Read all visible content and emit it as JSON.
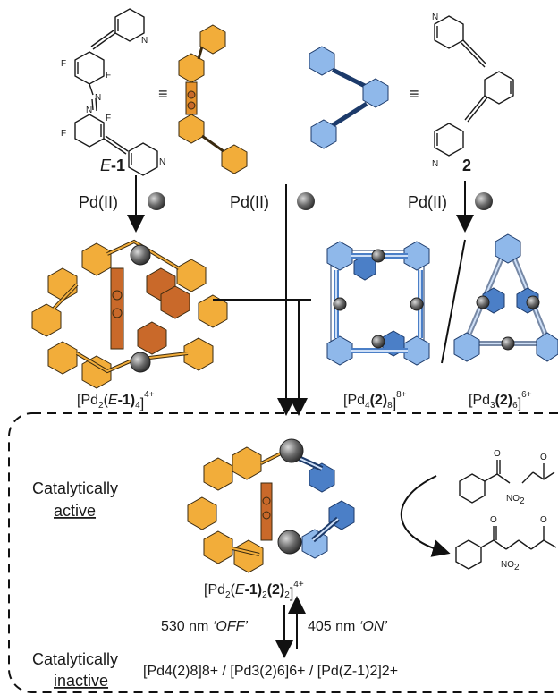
{
  "molecules": {
    "azo_label_italic": "E",
    "azo_label_num": "-1",
    "pyridyl_label": "2",
    "equiv_symbol": "≡",
    "fluorine": "F",
    "nitrogen": "N",
    "nitro": "NO",
    "nitro_sub": "2",
    "oxygen": "O"
  },
  "reagents": {
    "left": "Pd(II)",
    "center": "Pd(II)",
    "right": "Pd(II)"
  },
  "cages": {
    "pd2_main": "[Pd",
    "pd2_sub": "2",
    "pd2_open": "(",
    "pd2_ital": "E",
    "pd2_lig": "-1)",
    "pd2_lsub": "4",
    "pd2_sup": "4+",
    "pd4_main": "[Pd",
    "pd4_sub": "4",
    "pd4_lig": "(2)",
    "pd4_lsub": "8",
    "pd4_sup": "8+",
    "pd3_main": "[Pd",
    "pd3_sub": "3",
    "pd3_lig": "(2)",
    "pd3_lsub": "6",
    "pd3_sup": "6+",
    "hetero_main": "[Pd",
    "hetero_sub": "2",
    "hetero_open": "(",
    "hetero_ital": "E",
    "hetero_lig": "-1)",
    "hetero_lsub": "2",
    "hetero_lig2": "(2)",
    "hetero_lsub2": "2",
    "hetero_sup": "4+"
  },
  "states": {
    "active_line1": "Catalytically",
    "active_line2": "active",
    "inactive_line1": "Catalytically",
    "inactive_line2": "inactive",
    "inactive_formula": "[Pd4(2)8]8+ / [Pd3(2)6]6+ / [Pd(Z-1)2]2+"
  },
  "switching": {
    "off_wavelength": "530 nm ",
    "off_word": "‘OFF’",
    "on_wavelength": "405 nm ",
    "on_word": "‘ON’"
  },
  "colors": {
    "azo_ligand": "#f2ad3a",
    "pyridyl_ligand": "#8fb8ea",
    "palladium": "#555555"
  }
}
